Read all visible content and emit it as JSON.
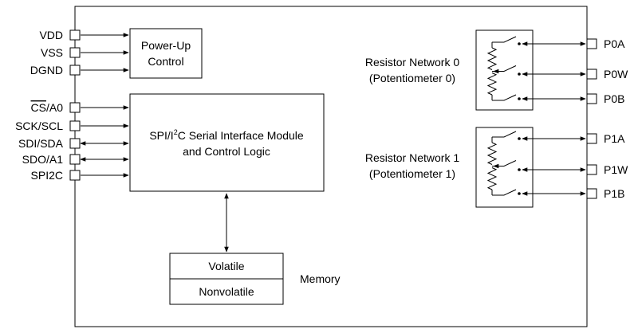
{
  "pins_left": [
    {
      "label": "VDD",
      "dir": "in",
      "block": "powerup"
    },
    {
      "label": "VSS",
      "dir": "in",
      "block": "powerup"
    },
    {
      "label": "DGND",
      "dir": "in",
      "block": "powerup"
    },
    {
      "label_overbar": "CS",
      "label_rest": "/A0",
      "dir": "in",
      "block": "serial"
    },
    {
      "label": "SCK/SCL",
      "dir": "in",
      "block": "serial"
    },
    {
      "label": "SDI/SDA",
      "dir": "bi",
      "block": "serial"
    },
    {
      "label": "SDO/A1",
      "dir": "bi",
      "block": "serial"
    },
    {
      "label": "SPI2C",
      "dir": "in",
      "block": "serial"
    }
  ],
  "blocks": {
    "powerup": {
      "line1": "Power-Up",
      "line2": "Control"
    },
    "serial": {
      "line1_pre": "SPI/I",
      "line1_sup": "2",
      "line1_post": "C Serial Interface Module",
      "line2": "and Control Logic"
    },
    "memory": {
      "volatile": "Volatile",
      "nonvolatile": "Nonvolatile",
      "label": "Memory"
    }
  },
  "networks": [
    {
      "line1": "Resistor Network 0",
      "line2": "(Potentiometer 0)",
      "pins": [
        "P0A",
        "P0W",
        "P0B"
      ]
    },
    {
      "line1": "Resistor Network 1",
      "line2": "(Potentiometer 1)",
      "pins": [
        "P1A",
        "P1W",
        "P1B"
      ]
    }
  ]
}
